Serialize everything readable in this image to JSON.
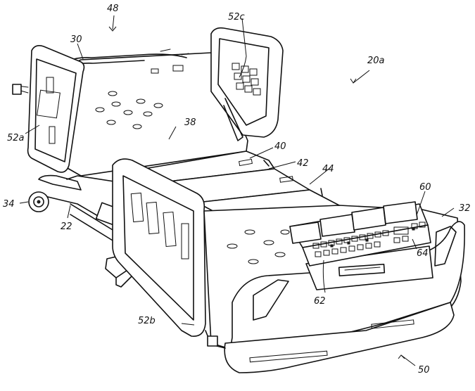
{
  "figure": {
    "labels": {
      "l48": "48",
      "l52c": "52c",
      "l30": "30",
      "l20a": "20a",
      "l52a": "52a",
      "l38": "38",
      "l40": "40",
      "l42": "42",
      "l44": "44",
      "l60": "60",
      "l32": "32",
      "l34": "34",
      "l22": "22",
      "l64": "64",
      "l62": "62",
      "l52b": "52b",
      "l50": "50"
    }
  }
}
